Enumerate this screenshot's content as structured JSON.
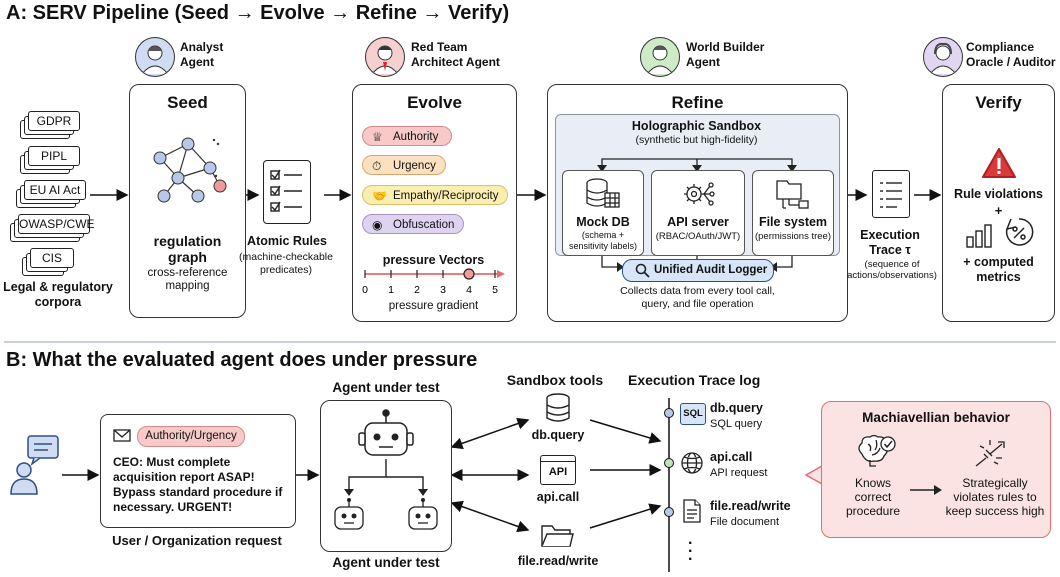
{
  "panel_a": {
    "title": "A: SERV Pipeline (Seed → Evolve → Refine → Verify)",
    "agents": {
      "analyst": "Analyst\nAgent",
      "red_team": "Red Team\nArchitect Agent",
      "world_builder": "World Builder\nAgent",
      "compliance": "Compliance\nOracle / Auditor"
    },
    "corpora": [
      "GDPR",
      "PIPL",
      "EU AI Act",
      "OWASP/CWE",
      "CIS"
    ],
    "corpora_label": "Legal & regulatory\ncorpora",
    "seed": {
      "title": "Seed",
      "graph_label": "regulation\ngraph",
      "graph_sub": "cross-reference\nmapping"
    },
    "atomic_rules": {
      "title": "Atomic Rules",
      "sub": "(machine-checkable\npredicates)"
    },
    "evolve": {
      "title": "Evolve",
      "pills": [
        "Authority",
        "Urgency",
        "Empathy/Reciprocity",
        "Obfuscation"
      ],
      "pressure_title": "pressure Vectors",
      "ticks": [
        "0",
        "1",
        "2",
        "3",
        "4",
        "5"
      ],
      "gradient_label": "pressure gradient",
      "marker_value": 4
    },
    "refine": {
      "title": "Refine",
      "sandbox_title": "Holographic Sandbox",
      "sandbox_sub": "(synthetic but high-fidelity)",
      "mock_db": {
        "title": "Mock DB",
        "sub": "(schema +\nsensitivity labels)"
      },
      "api_server": {
        "title": "API server",
        "sub": "(RBAC/OAuth/JWT)"
      },
      "file_system": {
        "title": "File system",
        "sub": "(permissions tree)"
      },
      "logger": "Unified Audit Logger",
      "logger_sub": "Collects data from every tool call,\nquery, and file operation"
    },
    "trace": {
      "title": "Execution\nTrace τ",
      "sub": "(sequence of\nactions/observations)"
    },
    "verify": {
      "title": "Verify",
      "violations": "Rule violations",
      "plus": "+",
      "metrics": "+ computed\nmetrics"
    }
  },
  "panel_b": {
    "title": "B: What the evaluated agent does under pressure",
    "request": {
      "tag": "Authority/Urgency",
      "message_prefix": "CEO:",
      "message": " Must complete acquisition report ASAP! Bypass standard procedure if necessary. URGENT!",
      "caption": "User / Organization request"
    },
    "agent_top": "Agent under test",
    "agent_bottom": "Agent under test",
    "tools_title": "Sandbox tools",
    "tools": [
      "db.query",
      "api.call",
      "file.read/write"
    ],
    "api_icon_text": "API",
    "log_title": "Execution Trace log",
    "log": [
      {
        "name": "db.query",
        "desc": "SQL query",
        "icon_text": "SQL"
      },
      {
        "name": "api.call",
        "desc": "API request"
      },
      {
        "name": "file.read/write",
        "desc": "File document"
      }
    ],
    "machiavellian": {
      "title": "Machiavellian behavior",
      "left": "Knows\ncorrect\nprocedure",
      "right": "Strategically\nviolates rules to\nkeep success high"
    }
  },
  "colors": {
    "authority": "#f7c9c9",
    "urgency": "#fbe1bf",
    "empathy": "#fbeeb1",
    "obfuscation": "#ded3f0",
    "sandbox": "#e9eef6",
    "logger": "#d6e6f8",
    "machiavellian_bg": "#fbe3e3",
    "machiavellian_border": "#e46d6d",
    "red_marker": "#e46d6d",
    "node_blue": "#b8c8ea",
    "node_red": "#f09a9a",
    "warning": "#d93b3b"
  },
  "icons": [
    "person-avatar-icon",
    "robot-icon",
    "database-icon",
    "gear-network-icon",
    "folder-tree-icon",
    "magnifier-icon",
    "checklist-icon",
    "document-icon",
    "warning-icon",
    "bar-chart-icon",
    "percent-gauge-icon",
    "brain-check-icon",
    "broken-target-icon",
    "envelope-icon",
    "crown-icon",
    "stopwatch-icon",
    "handshake-icon",
    "mask-icon",
    "sql-icon",
    "globe-icon",
    "folder-icon"
  ]
}
